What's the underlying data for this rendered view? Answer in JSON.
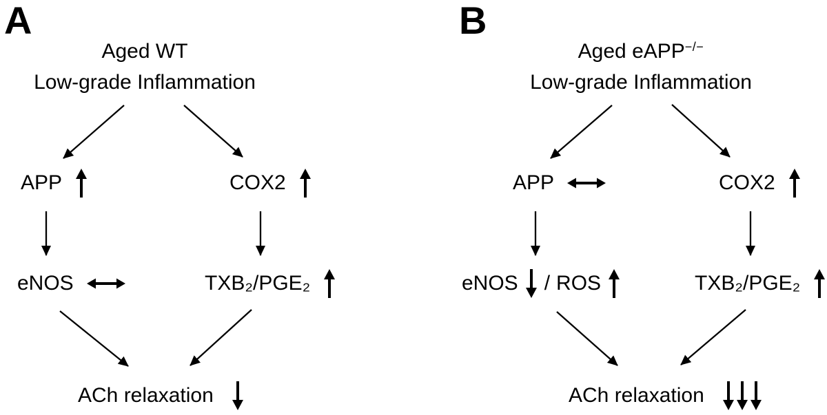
{
  "colors": {
    "background": "#ffffff",
    "ink": "#000000"
  },
  "panel_a": {
    "label": "A",
    "title": {
      "main": "Aged WT",
      "sup": ""
    },
    "subtitle": "Low-grade Inflammation",
    "nodes": {
      "app": [
        {
          "t": "APP"
        },
        {
          "t": "↑",
          "k": "arr"
        }
      ],
      "cox2": [
        {
          "t": "COX2"
        },
        {
          "t": "↑",
          "k": "arr"
        }
      ],
      "enos": [
        {
          "t": "eNOS"
        },
        {
          "t": "↔",
          "k": "arr"
        }
      ],
      "txb2_pge2": [
        {
          "t": "TXB₂/PGE₂"
        },
        {
          "t": "↑",
          "k": "arr"
        }
      ],
      "ach": [
        {
          "t": "ACh relaxation"
        },
        {
          "t": "↓",
          "k": "arr"
        }
      ]
    },
    "edges": [
      "Low-grade Inflammation → APP",
      "Low-grade Inflammation → COX2",
      "APP → eNOS",
      "COX2 → TXB₂/PGE₂",
      "eNOS → ACh relaxation",
      "TXB₂/PGE₂ → ACh relaxation"
    ]
  },
  "panel_b": {
    "label": "B",
    "title": {
      "main": "Aged eAPP",
      "sup": "−/−"
    },
    "subtitle": "Low-grade Inflammation",
    "nodes": {
      "app": [
        {
          "t": "APP"
        },
        {
          "t": "↔",
          "k": "arr"
        }
      ],
      "cox2": [
        {
          "t": "COX2"
        },
        {
          "t": "↑",
          "k": "arr"
        }
      ],
      "enos_ros": [
        {
          "t": "eNOS"
        },
        {
          "t": "↓",
          "k": "arr"
        },
        {
          "t": "/"
        },
        {
          "t": "ROS"
        },
        {
          "t": "↑",
          "k": "arr"
        }
      ],
      "txb2_pge2": [
        {
          "t": "TXB₂/PGE₂"
        },
        {
          "t": "↑",
          "k": "arr"
        }
      ],
      "ach": [
        {
          "t": "ACh relaxation"
        },
        {
          "t": "↓↓↓",
          "k": "arr"
        }
      ]
    },
    "edges": [
      "Low-grade Inflammation → APP",
      "Low-grade Inflammation → COX2",
      "APP → eNOS / ROS",
      "COX2 → TXB₂/PGE₂",
      "eNOS / ROS → ACh relaxation",
      "TXB₂/PGE₂ → ACh relaxation"
    ]
  }
}
